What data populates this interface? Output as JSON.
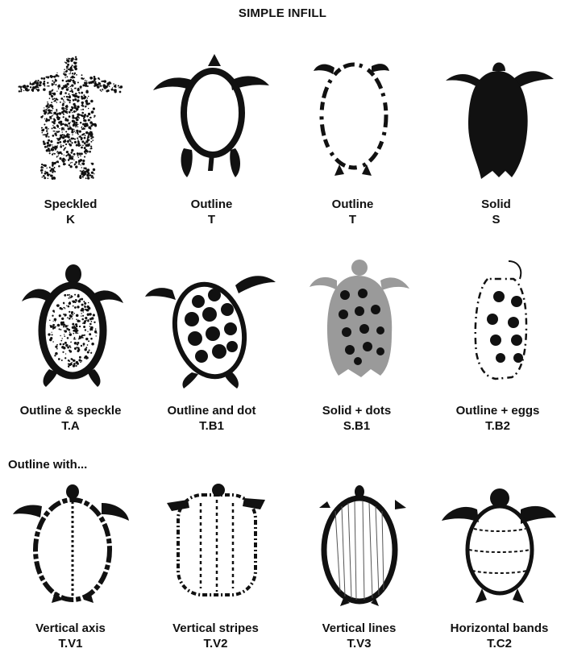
{
  "title": "SIMPLE INFILL",
  "row3_label": "Outline with...",
  "colors": {
    "ink": "#111111",
    "gray_fill": "#9a9a9a",
    "paper": "#ffffff"
  },
  "figures": [
    {
      "name": "Speckled",
      "code": "K",
      "style": "speckled"
    },
    {
      "name": "Outline",
      "code": "T",
      "style": "outline-bold"
    },
    {
      "name": "Outline",
      "code": "T",
      "style": "outline-broken"
    },
    {
      "name": "Solid",
      "code": "S",
      "style": "solid"
    },
    {
      "name": "Outline & speckle",
      "code": "T.A",
      "style": "outline-speckle"
    },
    {
      "name": "Outline and dot",
      "code": "T.B1",
      "style": "outline-dot"
    },
    {
      "name": "Solid + dots",
      "code": "S.B1",
      "style": "gray-dots"
    },
    {
      "name": "Outline + eggs",
      "code": "T.B2",
      "style": "outline-eggs"
    },
    {
      "name": "Vertical axis",
      "code": "T.V1",
      "style": "vertical-axis"
    },
    {
      "name": "Vertical stripes",
      "code": "T.V2",
      "style": "vertical-stripes"
    },
    {
      "name": "Vertical lines",
      "code": "T.V3",
      "style": "vertical-lines"
    },
    {
      "name": "Horizontal bands",
      "code": "T.C2",
      "style": "horizontal-bands"
    }
  ]
}
